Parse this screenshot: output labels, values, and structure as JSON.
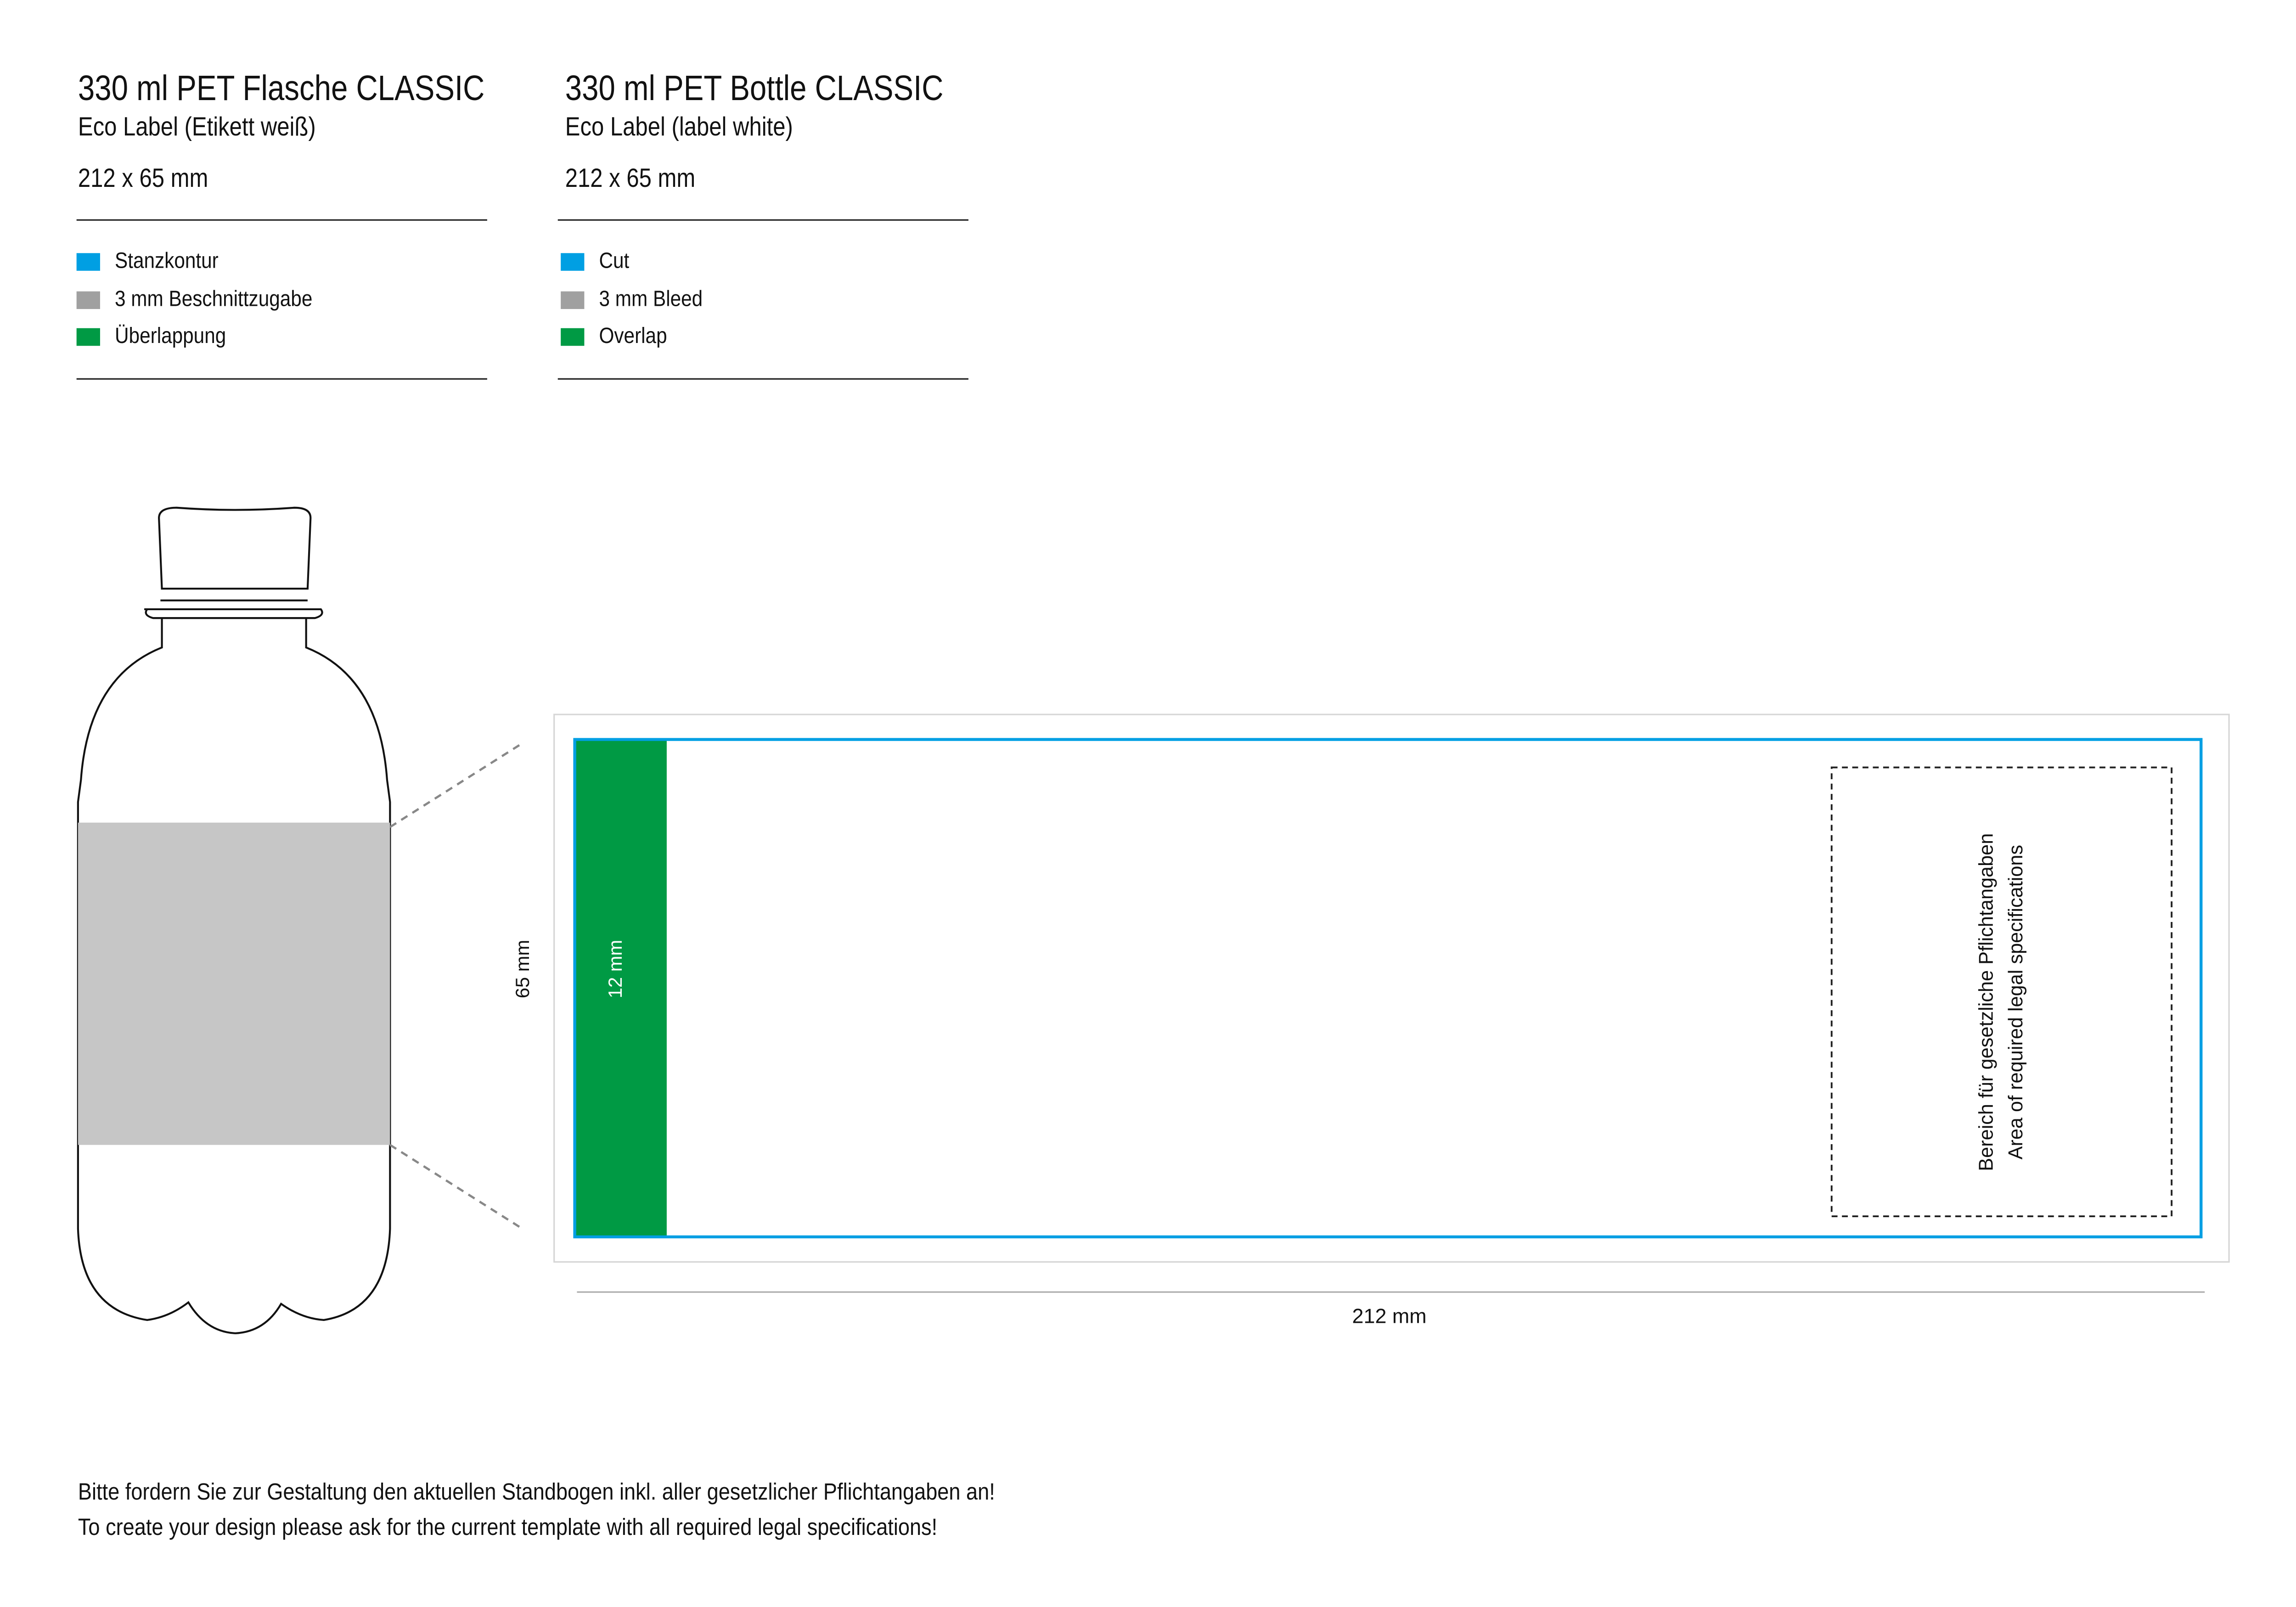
{
  "colors": {
    "cut": "#009fe3",
    "bleed": "#a0a0a0",
    "overlap": "#009a44",
    "band": "#c6c6c6"
  },
  "de": {
    "title": "330 ml PET Flasche CLASSIC",
    "subtitle": "Eco Label (Etikett weiß)",
    "size": "212 x 65 mm",
    "legend": [
      "Stanzkontur",
      "3 mm Beschnittzugabe",
      "Überlappung"
    ]
  },
  "en": {
    "title": "330 ml PET Bottle CLASSIC",
    "subtitle": "Eco Label (label white)",
    "size": "212 x 65 mm",
    "legend": [
      "Cut",
      "3 mm Bleed",
      "Overlap"
    ]
  },
  "diagram": {
    "height_label": "65 mm",
    "overlap_label": "12 mm",
    "width_label": "212 mm",
    "legal_area_de": "Bereich für gesetzliche Pflichtangaben",
    "legal_area_en": "Area of required legal specifications"
  },
  "footer": {
    "line_de": "Bitte fordern Sie zur Gestaltung den aktuellen Standbogen inkl. aller gesetzlicher Pflichtangaben an!",
    "line_en": "To create your design please ask for the current template with all required legal specifications!"
  }
}
